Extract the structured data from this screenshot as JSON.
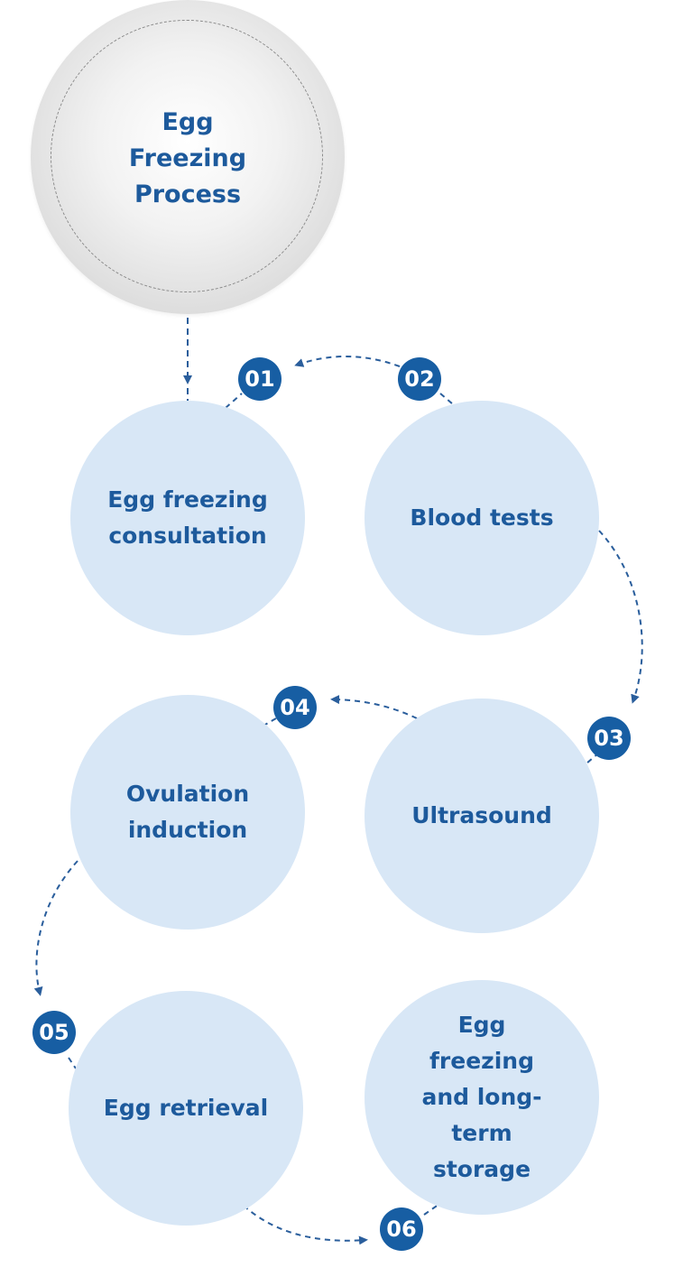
{
  "title": "Egg Freezing Process",
  "colors": {
    "accent": "#175ea3",
    "text": "#1d5a9c",
    "step_fill": "#d8e7f6",
    "hero_fill": "#e2e2e2",
    "connector": "#2a5e9c"
  },
  "steps": [
    {
      "number": "01",
      "label": "Egg freezing consultation"
    },
    {
      "number": "02",
      "label": "Blood tests"
    },
    {
      "number": "03",
      "label": "Ultrasound"
    },
    {
      "number": "04",
      "label": "Ovulation induction"
    },
    {
      "number": "05",
      "label": "Egg retrieval"
    },
    {
      "number": "06",
      "label": "Egg freezing and long-term storage"
    }
  ]
}
